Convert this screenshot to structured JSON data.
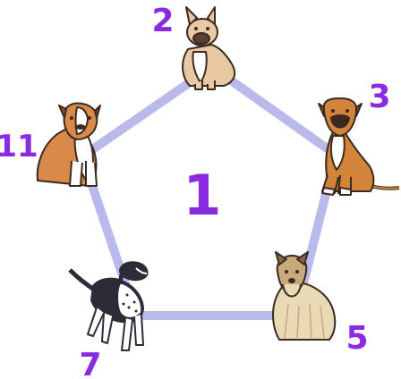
{
  "center_number": "1",
  "vertices": [
    {
      "number": "2",
      "dog": "french-bulldog"
    },
    {
      "number": "3",
      "dog": "boxer"
    },
    {
      "number": "5",
      "dog": "yorkshire-terrier"
    },
    {
      "number": "7",
      "dog": "spotted-pointer"
    },
    {
      "number": "11",
      "dog": "english-bulldog"
    }
  ],
  "colors": {
    "pentagon_stroke": "#b9b9ec",
    "numbers": "#8a2be2",
    "outline": "#3a2a20",
    "fawn": "#e8c9a4",
    "boxer_coat": "#d2843a",
    "bulldog_coat": "#d98a4a",
    "yorkie_coat": "#ead9b5",
    "pointer_dark": "#2c2b38",
    "white": "#ffffff"
  }
}
